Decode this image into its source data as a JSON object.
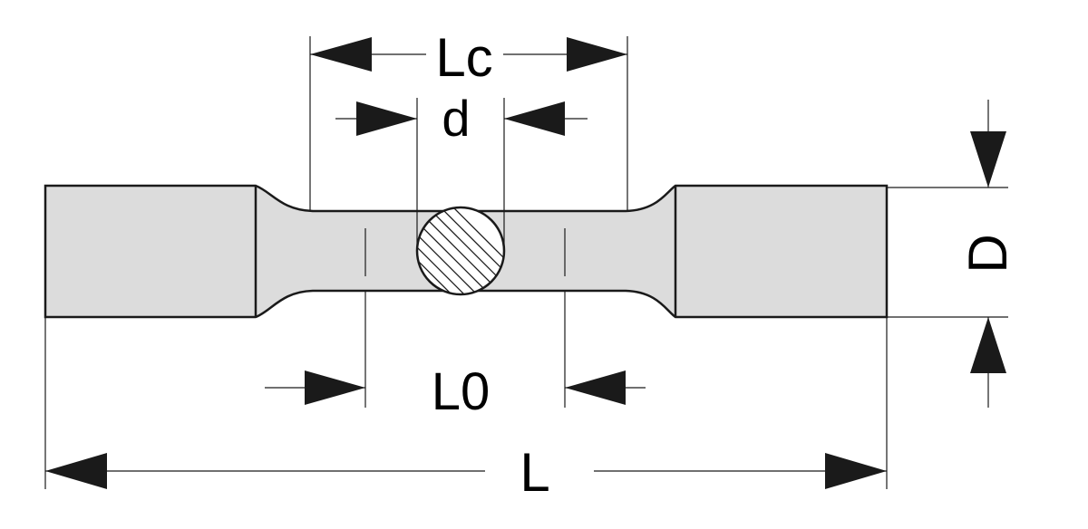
{
  "colors": {
    "specimen_fill": "#dcdcdc",
    "outline": "#1a1a1a",
    "hatch_fill": "#ffffff",
    "dimension_line": "#1a1a1a",
    "background": "#ffffff"
  },
  "labels": {
    "Lc": "Lc",
    "d": "d",
    "D": "D",
    "L0": "L0",
    "L": "L"
  }
}
